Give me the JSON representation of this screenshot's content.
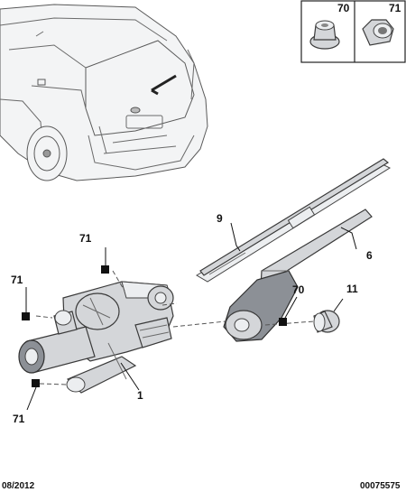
{
  "diagram_id": "00075575",
  "date_code": "08/2012",
  "inset": {
    "items": [
      {
        "ref": "70"
      },
      {
        "ref": "71"
      }
    ]
  },
  "callouts": {
    "wiper_blade": "9",
    "wiper_arm": "6",
    "nut_cap": "11",
    "nut_arm": "70",
    "motor": "1",
    "bolt_top": "71",
    "bolt_left": "71",
    "bolt_bottom": "71"
  }
}
